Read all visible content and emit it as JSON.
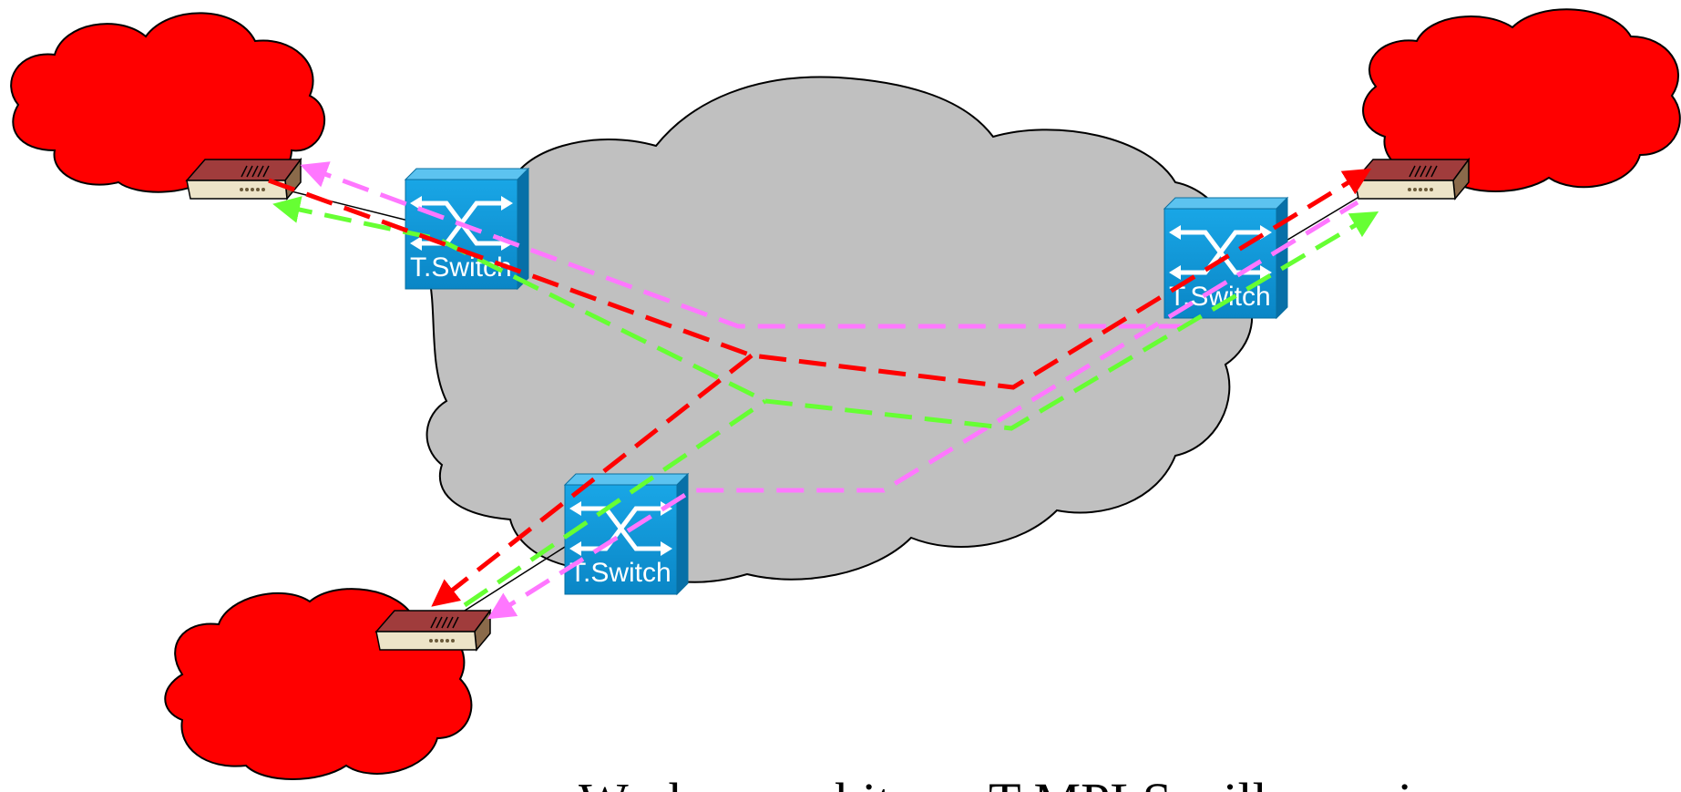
{
  "switches": [
    {
      "id": "sw-left",
      "label": "T.Switch"
    },
    {
      "id": "sw-right",
      "label": "T.Switch"
    },
    {
      "id": "sw-bottom",
      "label": "T.Switch"
    }
  ],
  "caption": "Works on arbitrary T-MPLS will experience",
  "colors": {
    "core_cloud": "#c0c0c0",
    "site_cloud": "#ff0000",
    "switch_body": "#0a8fd0",
    "path_red": "#ff0000",
    "path_green": "#66ff33",
    "path_pink": "#ff77ff"
  },
  "icons": [
    "router-icon",
    "switch-icon",
    "cloud-icon",
    "arrow-icon"
  ]
}
